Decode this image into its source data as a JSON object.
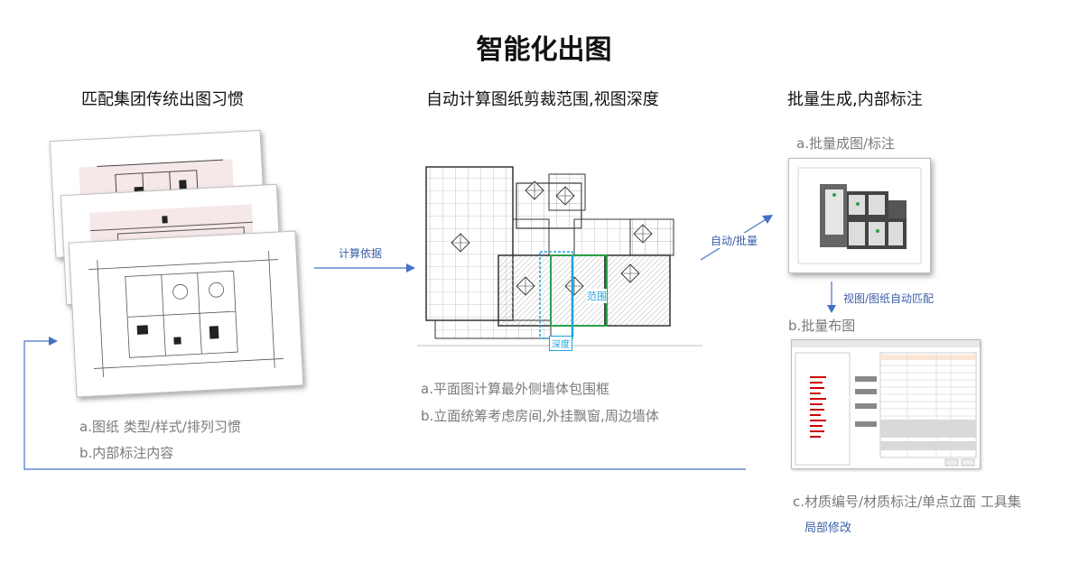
{
  "title": "智能化出图",
  "columns": [
    {
      "heading": "匹配集团传统出图习惯",
      "notes": [
        "a.图纸 类型/样式/排列习惯",
        "b.内部标注内容"
      ]
    },
    {
      "heading": "自动计算图纸剪裁范围,视图深度",
      "labels": {
        "range": "范围",
        "depth": "深度"
      },
      "notes": [
        "a.平面图计算最外侧墙体包围框",
        "b.立面统筹考虑房间,外挂飘窗,周边墙体"
      ]
    },
    {
      "heading": "批量生成,内部标注",
      "steps": [
        "a.批量成图/标注",
        "b.批量布图",
        "c.材质编号/材质标注/单点立面 工具集"
      ],
      "extra": "局部修改"
    }
  ],
  "arrows": {
    "calc_basis": "计算依据",
    "auto_batch": "自动/批量",
    "view_match": "视图/图纸自动匹配"
  },
  "colors": {
    "arrow_blue": "#4472c4",
    "label_blue": "#3a5fa8",
    "note_gray": "#7a7a7a",
    "highlight_cyan": "#1aa3e0",
    "highlight_green": "#2e9e4a"
  }
}
